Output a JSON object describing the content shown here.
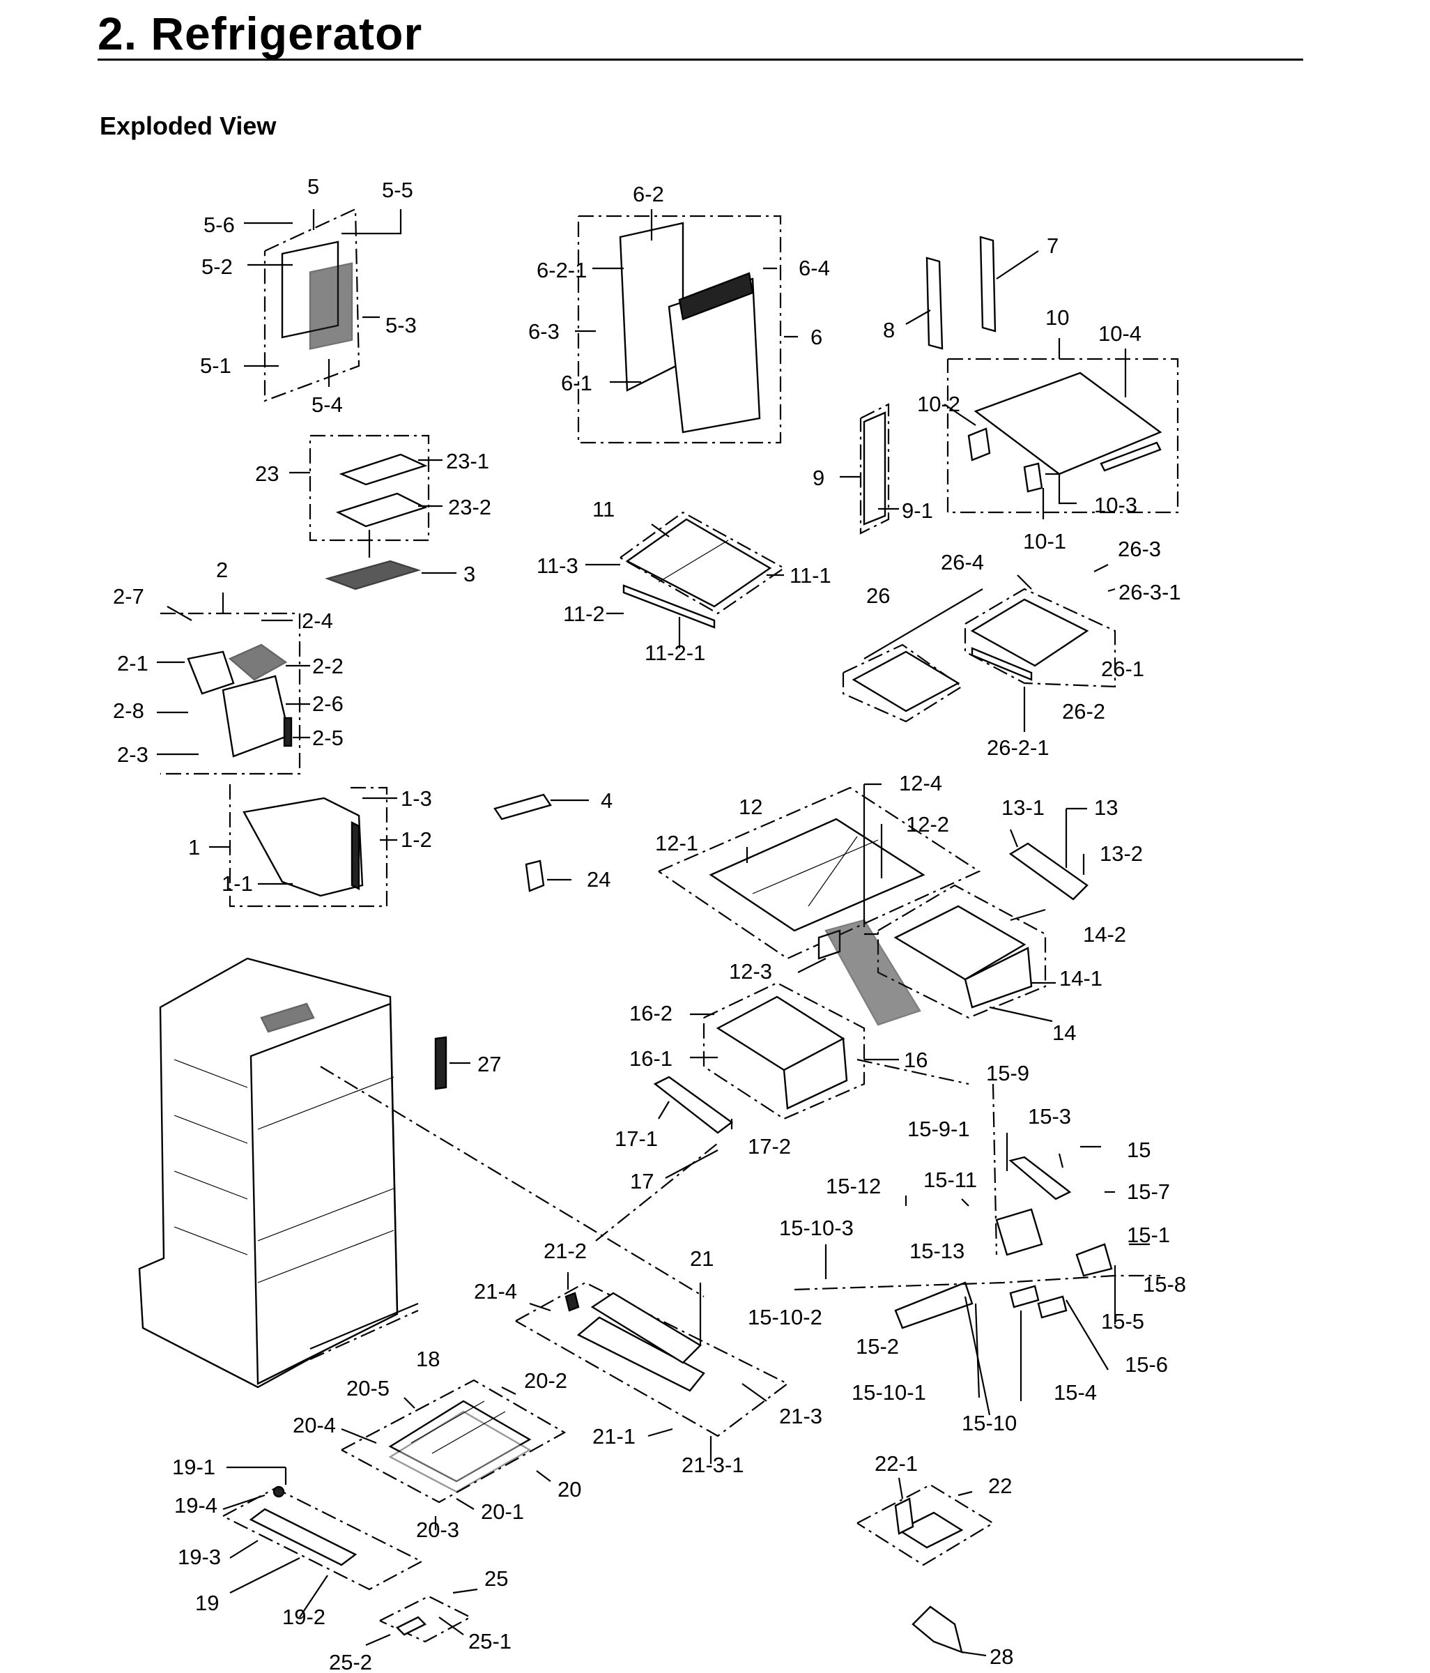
{
  "header": {
    "title": "2.  Refrigerator",
    "section": "Exploded View"
  },
  "labels": {
    "l5": "5",
    "l5_5": "5-5",
    "l5_6": "5-6",
    "l5_2": "5-2",
    "l5_3": "5-3",
    "l5_1": "5-1",
    "l5_4": "5-4",
    "l6_2": "6-2",
    "l6_2_1": "6-2-1",
    "l6_4": "6-4",
    "l6_3": "6-3",
    "l6": "6",
    "l6_1": "6-1",
    "l7": "7",
    "l8": "8",
    "l10": "10",
    "l10_4": "10-4",
    "l10_2": "10-2",
    "l10_3": "10-3",
    "l10_1": "10-1",
    "l9": "9",
    "l9_1": "9-1",
    "l23": "23",
    "l23_1": "23-1",
    "l23_2": "23-2",
    "l3": "3",
    "l11": "11",
    "l11_3": "11-3",
    "l11_1": "11-1",
    "l11_2": "11-2",
    "l11_2_1": "11-2-1",
    "l26_4": "26-4",
    "l26_3": "26-3",
    "l26_3_1": "26-3-1",
    "l26": "26",
    "l26_1": "26-1",
    "l26_2": "26-2",
    "l26_2_1": "26-2-1",
    "l2": "2",
    "l2_7": "2-7",
    "l2_4": "2-4",
    "l2_1": "2-1",
    "l2_2": "2-2",
    "l2_8": "2-8",
    "l2_6": "2-6",
    "l2_5": "2-5",
    "l2_3": "2-3",
    "l1": "1",
    "l1_3": "1-3",
    "l1_2": "1-2",
    "l1_1": "1-1",
    "l4": "4",
    "l24": "24",
    "l12_4": "12-4",
    "l12": "12",
    "l12_2": "12-2",
    "l12_1": "12-1",
    "l12_3": "12-3",
    "l13_1": "13-1",
    "l13": "13",
    "l13_2": "13-2",
    "l14_2": "14-2",
    "l14_1": "14-1",
    "l14": "14",
    "l16_2": "16-2",
    "l16_1": "16-1",
    "l16": "16",
    "l17_1": "17-1",
    "l17_2": "17-2",
    "l17": "17",
    "l27": "27",
    "l15_9": "15-9",
    "l15_9_1": "15-9-1",
    "l15_3": "15-3",
    "l15": "15",
    "l15_12": "15-12",
    "l15_11": "15-11",
    "l15_7": "15-7",
    "l15_10_3": "15-10-3",
    "l15_13": "15-13",
    "l15_1": "15-1",
    "l15_8": "15-8",
    "l15_10_2": "15-10-2",
    "l15_5": "15-5",
    "l15_2": "15-2",
    "l15_6": "15-6",
    "l15_10_1": "15-10-1",
    "l15_4": "15-4",
    "l15_10": "15-10",
    "l21_2": "21-2",
    "l21": "21",
    "l21_4": "21-4",
    "l21_3": "21-3",
    "l21_1": "21-1",
    "l21_3_1": "21-3-1",
    "l18": "18",
    "l20_5": "20-5",
    "l20_2": "20-2",
    "l20_4": "20-4",
    "l20": "20",
    "l20_1": "20-1",
    "l20_3": "20-3",
    "l19_1": "19-1",
    "l19_4": "19-4",
    "l19_3": "19-3",
    "l19": "19",
    "l19_2": "19-2",
    "l25": "25",
    "l25_1": "25-1",
    "l25_2": "25-2",
    "l22_1": "22-1",
    "l22": "22",
    "l28": "28"
  }
}
